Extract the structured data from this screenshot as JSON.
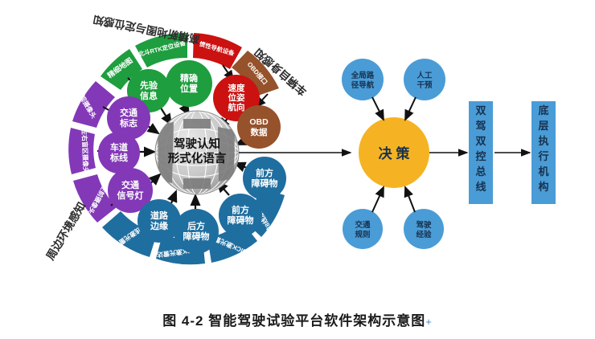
{
  "figure": {
    "caption": "图 4-2 智能驾驶试验平台软件架构示意图",
    "caption_mark": "+"
  },
  "core": {
    "line1": "驾驶认知",
    "line2": "形式化语言"
  },
  "outer_group_labels": [
    {
      "id": "map-localization",
      "text": "高精新地图与定位感知",
      "rotated": true
    },
    {
      "id": "vehicle-self",
      "text": "车辆自身感知",
      "rotated": true
    },
    {
      "id": "surrounding-env",
      "text": "周边环境感知",
      "rotated": true
    }
  ],
  "green_group": {
    "color": "#1e9e3e",
    "nodes": [
      {
        "id": "prior-info",
        "line1": "先验",
        "line2": "信息"
      },
      {
        "id": "precise-position",
        "line1": "精确",
        "line2": "位置"
      }
    ],
    "sources": [
      {
        "id": "fine-map",
        "text": "精细地图"
      },
      {
        "id": "beidou-rtk",
        "text": "北斗RTK定位设备"
      }
    ]
  },
  "red_group": {
    "color": "#cc1111",
    "nodes": [
      {
        "id": "speed-pose-heading",
        "line1": "速度",
        "line2": "位姿",
        "line3": "航向"
      }
    ],
    "sources": [
      {
        "id": "inertial-nav",
        "text": "惯性导航设备"
      }
    ]
  },
  "brown_group": {
    "color": "#96522b",
    "nodes": [
      {
        "id": "obd-data",
        "line1": "OBD",
        "line2": "数据"
      }
    ],
    "sources": [
      {
        "id": "obd-interface",
        "text": "OBD接口"
      }
    ]
  },
  "purple_group": {
    "color": "#8338b8",
    "nodes": [
      {
        "id": "traffic-sign",
        "line1": "交通",
        "line2": "标志"
      },
      {
        "id": "lane-marking",
        "line1": "车道",
        "line2": "标线"
      },
      {
        "id": "traffic-light",
        "line1": "交通",
        "line2": "信号灯"
      }
    ],
    "sources": [
      {
        "id": "front-camera",
        "text": "前视摄像头"
      },
      {
        "id": "blind-zone-camera",
        "text": "左右盲区摄像头"
      },
      {
        "id": "left-front-camera",
        "text": "左前摄像头"
      }
    ]
  },
  "blue_group": {
    "color": "#1f6ea0",
    "nodes": [
      {
        "id": "road-edge",
        "line1": "道路",
        "line2": "边缘"
      },
      {
        "id": "rear-obstacle",
        "line1": "后方",
        "line2": "障碍物"
      },
      {
        "id": "front-obstacle-1",
        "line1": "前方",
        "line2": "障碍物"
      },
      {
        "id": "front-obstacle-2",
        "line1": "前方",
        "line2": "障碍物"
      }
    ],
    "sources": [
      {
        "id": "top-8line-lidar",
        "text": "顶8线激光雷达"
      },
      {
        "id": "rear-sick-lidar",
        "text": "后SICK激光雷达"
      },
      {
        "id": "front-sick-lidar",
        "text": "前SICK激光雷达"
      },
      {
        "id": "front-8line-lidar",
        "text": "前8线激光雷达"
      }
    ]
  },
  "decision": {
    "center": {
      "id": "decision",
      "text": "决  策",
      "color": "#f5b323"
    },
    "inputs": [
      {
        "id": "global-route-nav",
        "line1": "全局路",
        "line2": "径导航"
      },
      {
        "id": "manual-intervention",
        "line1": "人工",
        "line2": "干预"
      },
      {
        "id": "traffic-rules",
        "line1": "交通",
        "line2": "规则"
      },
      {
        "id": "driving-experience",
        "line1": "驾驶",
        "line2": "经验"
      }
    ],
    "input_color": "#4a9cd6"
  },
  "pipeline": {
    "boxes": [
      {
        "id": "dual-drive-bus",
        "chars": [
          "双",
          "驾",
          "双",
          "控",
          "总",
          "线"
        ]
      },
      {
        "id": "low-level-actuator",
        "chars": [
          "底",
          "层",
          "执",
          "行",
          "机",
          "构"
        ]
      }
    ],
    "box_color": "#4a9cd6"
  }
}
